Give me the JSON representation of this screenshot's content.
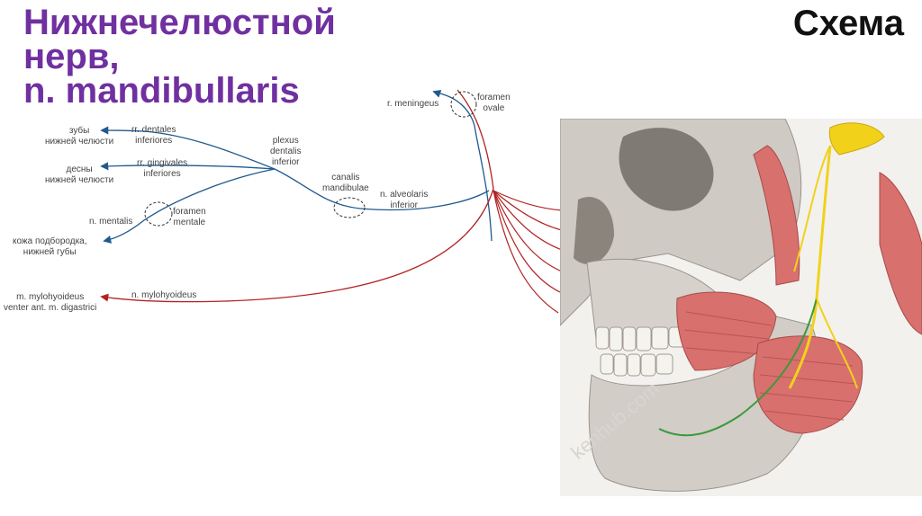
{
  "header": {
    "title_lines": [
      "Нижнечелюстной",
      "нерв,",
      "n. mandibullaris"
    ],
    "corner_label": "Схема"
  },
  "colors": {
    "title": "#7030a0",
    "nerve_blue": "#1f5a8f",
    "nerve_red": "#b22222",
    "label_text": "#444444",
    "nerve_yellow": "#f2d11b",
    "nerve_green": "#3a9a3a",
    "muscle": "#d8706e",
    "bone": "#cfcac4"
  },
  "labels": {
    "foramen_ovale": [
      "foramen",
      "ovale"
    ],
    "r_meningeus": "r. meningeus",
    "rr_dentales": [
      "rr. dentales",
      "inferiores"
    ],
    "teeth": [
      "зубы",
      "нижней челюсти"
    ],
    "plexus": [
      "plexus",
      "dentalis",
      "inferior"
    ],
    "gums": [
      "десны",
      "нижней челюсти"
    ],
    "rr_gingivales": [
      "rr. gingivales",
      "inferiores"
    ],
    "canalis": [
      "canalis",
      "mandibulae"
    ],
    "n_alveolaris": [
      "n. alveolaris",
      "inferior"
    ],
    "foramen_mentale": [
      "foramen",
      "mentale"
    ],
    "n_mentalis": "n. mentalis",
    "skin": [
      "кожа подбородка,",
      "нижней губы"
    ],
    "n_mylohyoideus": "n. mylohyoideus",
    "mylohyoid_targets": [
      "m. mylohyoideus",
      "venter ant. m. digastrici"
    ]
  },
  "illustration": {
    "subject": "skull-mandibular-nerve-illustration",
    "icon": "skull-illustration"
  }
}
